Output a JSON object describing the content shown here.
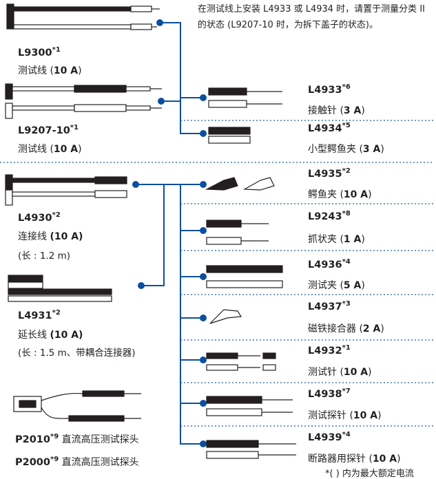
{
  "note": "在测试线上安装 L4933 或 L4934 时，请置于测量分类 II 的状态 (L9207-10 时，为拆下盖子的状态)。",
  "left": {
    "l9300": {
      "code": "L9300",
      "sup": "*1",
      "name": "测试线 (",
      "rating": "10 A",
      "close": ")"
    },
    "l9207": {
      "code": "L9207-10",
      "sup": "*1",
      "name": "测试线 (",
      "rating": "10 A",
      "close": ")"
    },
    "l4930": {
      "code": "L4930",
      "sup": "*2",
      "name": "连接线 ",
      "rating": "(10 A)",
      "detail": "(长 : 1.2 m)"
    },
    "l4931": {
      "code": "L4931",
      "sup": "*2",
      "name": "延长线 ",
      "rating": "(10 A)",
      "detail": "(长 : 1.5 m、带耦合连接器)"
    },
    "p2010": {
      "code": "P2010",
      "sup": "*9",
      "name": " 直流高压测试探头"
    },
    "p2000": {
      "code": "P2000",
      "sup": "*9",
      "name": " 直流高压测试探头"
    }
  },
  "right": [
    {
      "code": "L4933",
      "sup": "*6",
      "name": "接触针 (",
      "rating": "3 A",
      "close": ")"
    },
    {
      "code": "L4934",
      "sup": "*5",
      "name": "小型鳄鱼夹 (",
      "rating": "3 A",
      "close": ")"
    },
    {
      "code": "L4935",
      "sup": "*2",
      "name": "鳄鱼夹 (",
      "rating": "10 A",
      "close": ")"
    },
    {
      "code": "L9243",
      "sup": "*8",
      "name": "抓状夹 (",
      "rating": "1 A",
      "close": ")"
    },
    {
      "code": "L4936",
      "sup": "*4",
      "name": "测试夹 (",
      "rating": "5 A",
      "close": ")"
    },
    {
      "code": "L4937",
      "sup": "*3",
      "name": "磁铁接合器 (",
      "rating": "2 A",
      "close": ")"
    },
    {
      "code": "L4932",
      "sup": "*1",
      "name": "测试针 (",
      "rating": "10 A",
      "close": ")"
    },
    {
      "code": "L4938",
      "sup": "*7",
      "name": "测试探针 (",
      "rating": "10 A",
      "close": ")"
    },
    {
      "code": "L4939",
      "sup": "*4",
      "name": "断路器用探针 (",
      "rating": "10 A",
      "close": ")"
    }
  ],
  "footnote": "*( ) 内为最大额定电流",
  "colors": {
    "accent": "#0a4fa0",
    "ink": "#231f20",
    "dots": "#1a5aa8"
  }
}
